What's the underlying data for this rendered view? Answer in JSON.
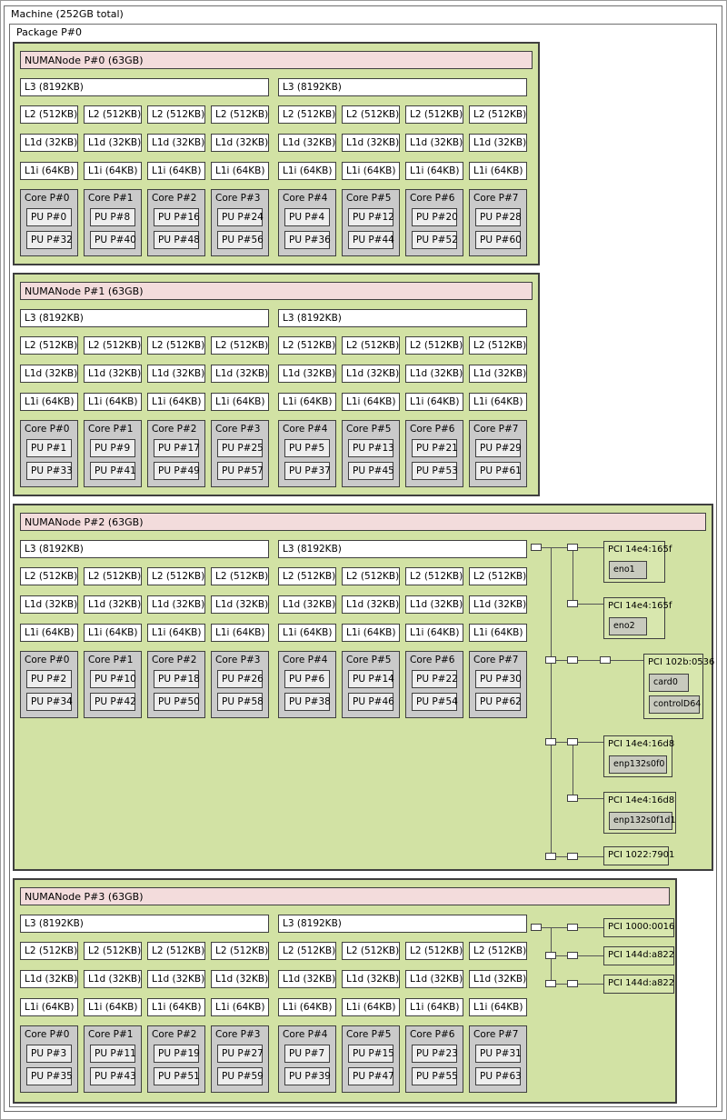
{
  "machine": {
    "label": "Machine (252GB total)"
  },
  "package": {
    "label": "Package P#0"
  },
  "numa_nodes": [
    {
      "label": "NUMANode P#0 (63GB)",
      "l3_label": "L3 (8192KB)",
      "l2_label": "L2 (512KB)",
      "l1d_label": "L1d (32KB)",
      "l1i_label": "L1i (64KB)",
      "cores": [
        {
          "label": "Core P#0",
          "pus": [
            "PU P#0",
            "PU P#32"
          ]
        },
        {
          "label": "Core P#1",
          "pus": [
            "PU P#8",
            "PU P#40"
          ]
        },
        {
          "label": "Core P#2",
          "pus": [
            "PU P#16",
            "PU P#48"
          ]
        },
        {
          "label": "Core P#3",
          "pus": [
            "PU P#24",
            "PU P#56"
          ]
        },
        {
          "label": "Core P#4",
          "pus": [
            "PU P#4",
            "PU P#36"
          ]
        },
        {
          "label": "Core P#5",
          "pus": [
            "PU P#12",
            "PU P#44"
          ]
        },
        {
          "label": "Core P#6",
          "pus": [
            "PU P#20",
            "PU P#52"
          ]
        },
        {
          "label": "Core P#7",
          "pus": [
            "PU P#28",
            "PU P#60"
          ]
        }
      ],
      "pci": []
    },
    {
      "label": "NUMANode P#1 (63GB)",
      "l3_label": "L3 (8192KB)",
      "l2_label": "L2 (512KB)",
      "l1d_label": "L1d (32KB)",
      "l1i_label": "L1i (64KB)",
      "cores": [
        {
          "label": "Core P#0",
          "pus": [
            "PU P#1",
            "PU P#33"
          ]
        },
        {
          "label": "Core P#1",
          "pus": [
            "PU P#9",
            "PU P#41"
          ]
        },
        {
          "label": "Core P#2",
          "pus": [
            "PU P#17",
            "PU P#49"
          ]
        },
        {
          "label": "Core P#3",
          "pus": [
            "PU P#25",
            "PU P#57"
          ]
        },
        {
          "label": "Core P#4",
          "pus": [
            "PU P#5",
            "PU P#37"
          ]
        },
        {
          "label": "Core P#5",
          "pus": [
            "PU P#13",
            "PU P#45"
          ]
        },
        {
          "label": "Core P#6",
          "pus": [
            "PU P#21",
            "PU P#53"
          ]
        },
        {
          "label": "Core P#7",
          "pus": [
            "PU P#29",
            "PU P#61"
          ]
        }
      ],
      "pci": []
    },
    {
      "label": "NUMANode P#2 (63GB)",
      "l3_label": "L3 (8192KB)",
      "l2_label": "L2 (512KB)",
      "l1d_label": "L1d (32KB)",
      "l1i_label": "L1i (64KB)",
      "cores": [
        {
          "label": "Core P#0",
          "pus": [
            "PU P#2",
            "PU P#34"
          ]
        },
        {
          "label": "Core P#1",
          "pus": [
            "PU P#10",
            "PU P#42"
          ]
        },
        {
          "label": "Core P#2",
          "pus": [
            "PU P#18",
            "PU P#50"
          ]
        },
        {
          "label": "Core P#3",
          "pus": [
            "PU P#26",
            "PU P#58"
          ]
        },
        {
          "label": "Core P#4",
          "pus": [
            "PU P#6",
            "PU P#38"
          ]
        },
        {
          "label": "Core P#5",
          "pus": [
            "PU P#14",
            "PU P#46"
          ]
        },
        {
          "label": "Core P#6",
          "pus": [
            "PU P#22",
            "PU P#54"
          ]
        },
        {
          "label": "Core P#7",
          "pus": [
            "PU P#30",
            "PU P#62"
          ]
        }
      ],
      "pci": [
        {
          "label": "PCI 14e4:165f",
          "children": [
            "eno1"
          ]
        },
        {
          "label": "PCI 14e4:165f",
          "children": [
            "eno2"
          ]
        },
        {
          "label": "PCI 102b:0536",
          "children": [
            "card0",
            "controlD64"
          ]
        },
        {
          "label": "PCI 14e4:16d8",
          "children": [
            "enp132s0f0"
          ]
        },
        {
          "label": "PCI 14e4:16d8",
          "children": [
            "enp132s0f1d1"
          ]
        },
        {
          "label": "PCI 1022:7901",
          "children": []
        }
      ]
    },
    {
      "label": "NUMANode P#3 (63GB)",
      "l3_label": "L3 (8192KB)",
      "l2_label": "L2 (512KB)",
      "l1d_label": "L1d (32KB)",
      "l1i_label": "L1i (64KB)",
      "cores": [
        {
          "label": "Core P#0",
          "pus": [
            "PU P#3",
            "PU P#35"
          ]
        },
        {
          "label": "Core P#1",
          "pus": [
            "PU P#11",
            "PU P#43"
          ]
        },
        {
          "label": "Core P#2",
          "pus": [
            "PU P#19",
            "PU P#51"
          ]
        },
        {
          "label": "Core P#3",
          "pus": [
            "PU P#27",
            "PU P#59"
          ]
        },
        {
          "label": "Core P#4",
          "pus": [
            "PU P#7",
            "PU P#39"
          ]
        },
        {
          "label": "Core P#5",
          "pus": [
            "PU P#15",
            "PU P#47"
          ]
        },
        {
          "label": "Core P#6",
          "pus": [
            "PU P#23",
            "PU P#55"
          ]
        },
        {
          "label": "Core P#7",
          "pus": [
            "PU P#31",
            "PU P#63"
          ]
        }
      ],
      "pci": [
        {
          "label": "PCI 1000:0016",
          "children": []
        },
        {
          "label": "PCI 144d:a822",
          "children": []
        },
        {
          "label": "PCI 144d:a822",
          "children": []
        }
      ]
    }
  ],
  "colors": {
    "group_green": "#d2e2a4",
    "numa_pink": "#f3dcdc",
    "core_gray": "#cacaca",
    "pci_green": "#d8e7ae",
    "device_gray": "#c8cabe"
  }
}
